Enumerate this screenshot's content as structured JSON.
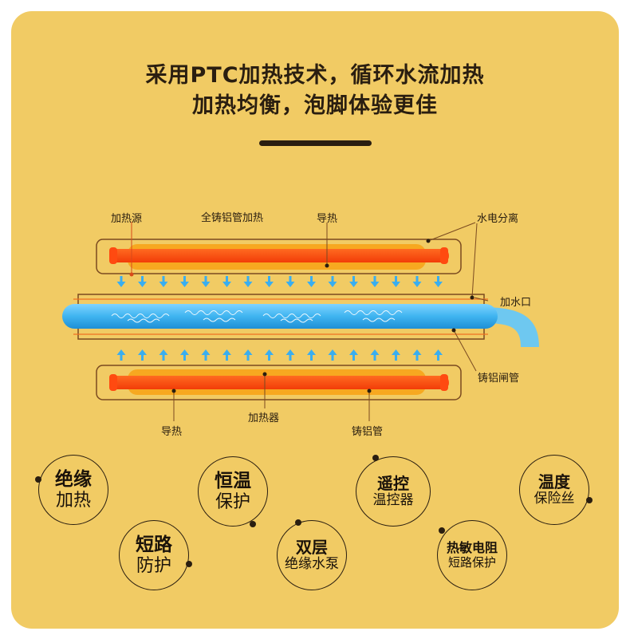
{
  "headline": {
    "line1": "采用PTC加热技术，循环水流加热",
    "line2": "加热均衡，泡脚体验更佳"
  },
  "diagram": {
    "labels": {
      "heat_source": "加热源",
      "cast_aluminum_heating": "全铸铝管加热",
      "heat_conduction_top": "导热",
      "water_electric_separation": "水电分离",
      "water_inlet": "加水口",
      "cast_aluminum_gate_tube": "铸铝闸管",
      "heater": "加热器",
      "heat_conduction_bottom": "导热",
      "cast_aluminum_tube": "铸铝管"
    },
    "colors": {
      "heater_outer": "#f7a820",
      "heater_core": "#ff4a10",
      "water": "#3fb4f0",
      "arrow": "#39aef0"
    }
  },
  "features": [
    {
      "line1": "绝缘",
      "line2": "加热"
    },
    {
      "line1": "恒温",
      "line2": "保护"
    },
    {
      "line1": "遥控",
      "line2": "温控器"
    },
    {
      "line1": "温度",
      "line2": "保险丝"
    },
    {
      "line1": "短路",
      "line2": "防护"
    },
    {
      "line1": "双层",
      "line2": "绝缘水泵"
    },
    {
      "line1": "热敏电阻",
      "line2": "短路保护"
    }
  ]
}
